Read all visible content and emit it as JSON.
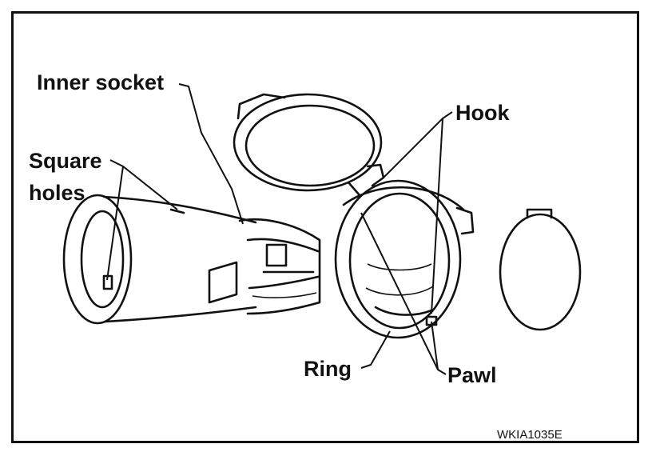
{
  "labels": {
    "inner_socket": "Inner socket",
    "square_holes_line1": "Square",
    "square_holes_line2": "holes",
    "hook": "Hook",
    "ring": "Ring",
    "pawl": "Pawl"
  },
  "figure_code": "WKIA1035E"
}
